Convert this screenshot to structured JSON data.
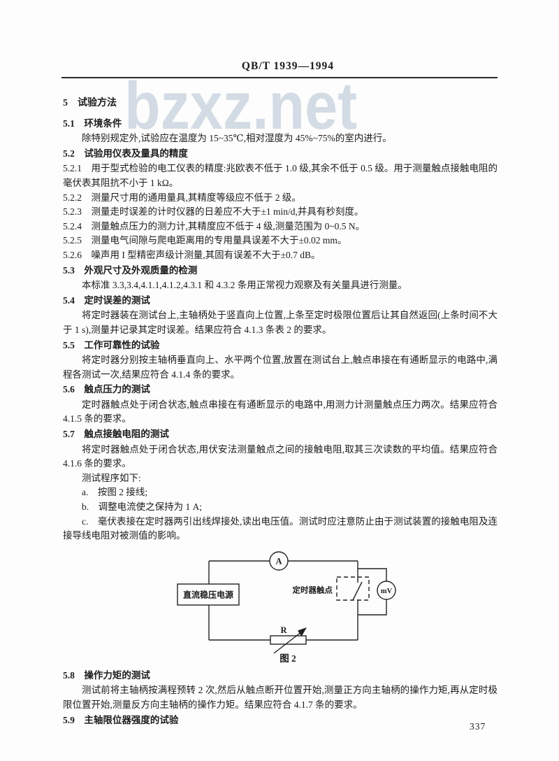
{
  "colors": {
    "page_bg": "#fdfdfd",
    "text": "#1c1c1c",
    "watermark": "#c9d3de"
  },
  "watermark": "bzxz.net",
  "header": {
    "standard_code": "QB/T 1939—1994"
  },
  "footer": {
    "page_number": "337"
  },
  "doc": {
    "blocks_top": [
      {
        "type": "h1",
        "text": "5　试验方法"
      },
      {
        "type": "h",
        "text": "5.1　环境条件"
      },
      {
        "type": "p",
        "text": "除特别规定外,试验应在温度为 15~35℃,相对湿度为 45%~75%的室内进行。"
      },
      {
        "type": "h",
        "text": "5.2　试验用仪表及量具的精度"
      },
      {
        "type": "clause",
        "text": "5.2.1　用于型式检验的电工仪表的精度:兆欧表不低于 1.0 级,其余不低于 0.5 级。用于测量触点接触电阻的毫伏表其阻抗不小于 1 kΩ。"
      },
      {
        "type": "clause",
        "text": "5.2.2　测量尺寸用的通用量具,其精度等级应不低于 2 级。"
      },
      {
        "type": "clause",
        "text": "5.2.3　测量走时误差的计时仪器的日差应不大于±1 min/d,并具有秒刻度。"
      },
      {
        "type": "clause",
        "text": "5.2.4　测量触点压力的测力计,其精度应不低于 4 级,测量范围为 0~0.5 N。"
      },
      {
        "type": "clause",
        "text": "5.2.5　测量电气间隙与爬电距离用的专用量具误差不大于±0.02 mm。"
      },
      {
        "type": "clause",
        "text": "5.2.6　噪声用 I 型精密声级计测量,其固有误差不大于±0.7 dB。"
      },
      {
        "type": "h",
        "text": "5.3　外观尺寸及外观质量的检测"
      },
      {
        "type": "p",
        "text": "本标准 3.3,3.4,4.1.1,4.1.2,4.3.1 和 4.3.2 条用正常视力观察及有关量具进行测量。"
      },
      {
        "type": "h",
        "text": "5.4　定时误差的测试"
      },
      {
        "type": "p",
        "text": "将定时器装在测试台上,主轴柄处于竖直向上位置,上条至定时极限位置后让其自然返回(上条时间不大于 1 s),测量并记录其定时误差。结果应符合 4.1.3 条表 2 的要求。"
      },
      {
        "type": "h",
        "text": "5.5　工作可靠性的试验"
      },
      {
        "type": "p",
        "text": "将定时器分别按主轴柄垂直向上、水平两个位置,放置在测试台上,触点串接在有通断显示的电路中,满程各测试一次,结果应符合 4.1.4 条的要求。"
      },
      {
        "type": "h",
        "text": "5.6　触点压力的测试"
      },
      {
        "type": "p",
        "text": "定时器触点处于闭合状态,触点串接在有通断显示的电路中,用测力计测量触点压力两次。结果应符合 4.1.5 条的要求。"
      },
      {
        "type": "h",
        "text": "5.7　触点接触电阻的测试"
      },
      {
        "type": "p",
        "text": "将定时器触点处于闭合状态,用伏安法测量触点之间的接触电阻,取其三次读数的平均值。结果应符合 4.1.6 条的要求。"
      },
      {
        "type": "p",
        "text": "测试程序如下:"
      },
      {
        "type": "p",
        "text": "a.　按图 2 接线;"
      },
      {
        "type": "p",
        "text": "b.　调整电流使之保持为 1 A;"
      },
      {
        "type": "p",
        "text": "c.　毫伏表接在定时器两引出线焊接处,读出电压值。测试时应注意防止由于测试装置的接触电阻及连接导线电阻对被测值的影响。"
      }
    ],
    "blocks_bottom": [
      {
        "type": "h",
        "text": "5.8　操作力矩的测试"
      },
      {
        "type": "p",
        "text": "测试前将主轴柄按满程预转 2 次,然后从触点断开位置开始,测量正方向主轴柄的操作力矩,再从定时极限位置开始,测量反方向主轴柄的操作力矩。结果应符合 4.1.7 条的要求。"
      },
      {
        "type": "h",
        "text": "5.9　主轴限位器强度的试验"
      }
    ]
  },
  "diagram": {
    "ammeter_label": "A",
    "voltmeter_label": "mV",
    "power_supply_label": "直流稳压电源",
    "contact_label": "定时器触点",
    "resistor_label": "R",
    "caption": "图 2"
  }
}
